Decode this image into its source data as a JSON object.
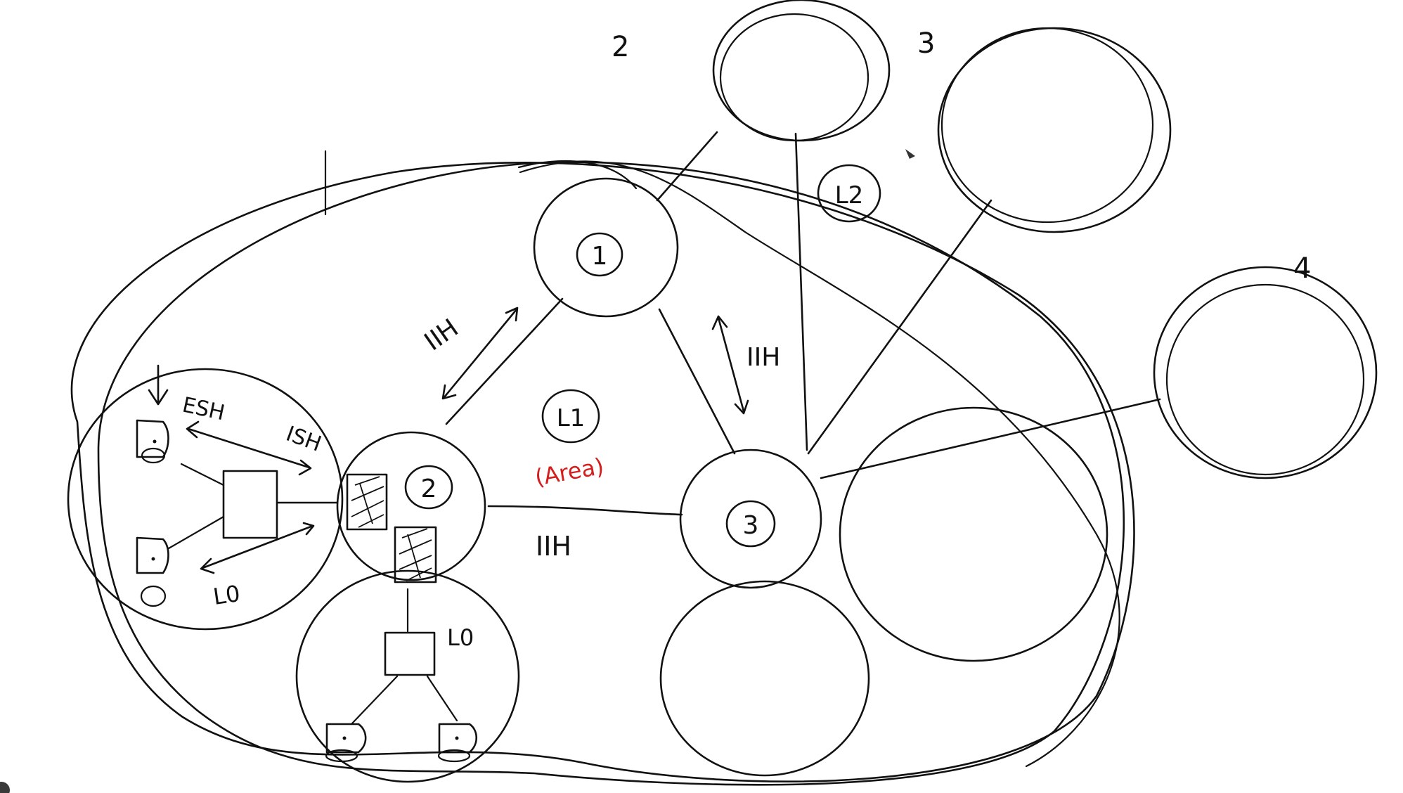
{
  "diagram": {
    "nodes": {
      "router_1": "1",
      "router_2": "2",
      "router_3": "3"
    },
    "areas": {
      "area_2": "2",
      "area_3": "3",
      "area_4": "4"
    },
    "levels": {
      "level_2": "L2",
      "level_1": "L1",
      "level_1_note": "(Area)",
      "level_0_left": "L0",
      "level_0_bottom": "L0"
    },
    "protocols": {
      "esh": "ESH",
      "ish": "ISH",
      "iih_left": "IIH",
      "iih_right": "IIH",
      "iih_bottom": "IIH"
    },
    "colors": {
      "ink": "#111111",
      "annotation": "#d41e1e"
    }
  }
}
